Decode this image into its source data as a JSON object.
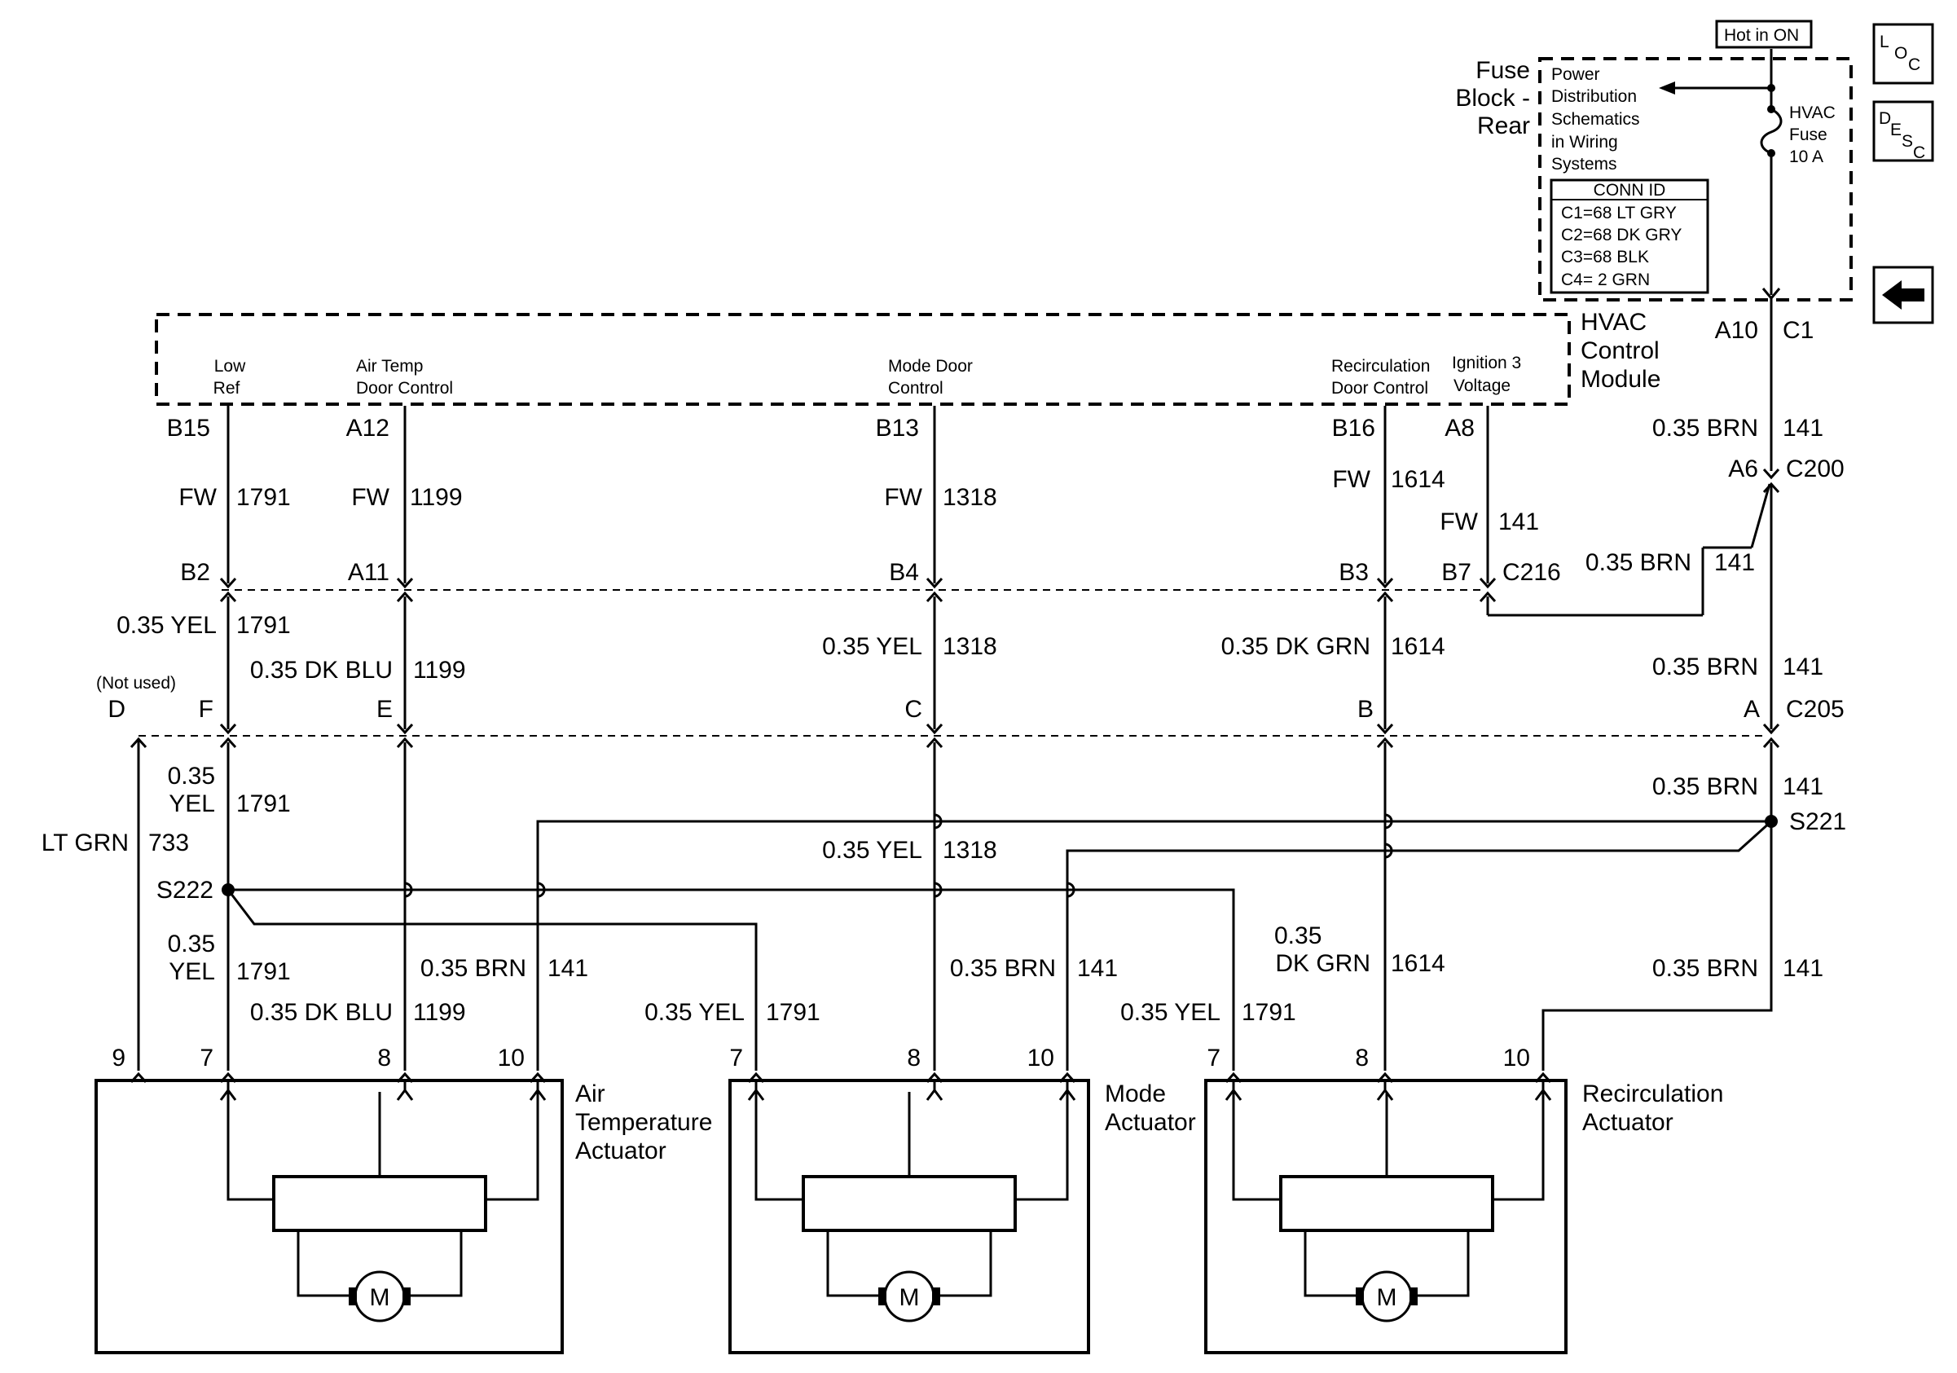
{
  "nav": {
    "loc": [
      "L",
      "O",
      "C"
    ],
    "desc": [
      "D",
      "E",
      "S",
      "C"
    ],
    "back_icon": "left-arrow-icon"
  },
  "hot_in_on": "Hot in ON",
  "fuse_block": {
    "title": [
      "Fuse",
      "Block -",
      "Rear"
    ],
    "power_ref": [
      "Power",
      "Distribution",
      "Schematics",
      "in Wiring",
      "Systems"
    ],
    "fuse": [
      "HVAC",
      "Fuse",
      "10 A"
    ]
  },
  "conn_id": {
    "header": "CONN ID",
    "rows": [
      "C1=68 LT GRY",
      "C2=68 DK GRY",
      "C3=68 BLK",
      "C4= 2 GRN"
    ]
  },
  "hvac_module": {
    "title": [
      "HVAC",
      "Control",
      "Module"
    ],
    "pins": {
      "low_ref": [
        "Low",
        "Ref"
      ],
      "air_temp": [
        "Air Temp",
        "Door Control"
      ],
      "mode_door": [
        "Mode Door",
        "Control"
      ],
      "recirc": [
        "Recirculation",
        "Door Control"
      ],
      "ign3": [
        "Ignition 3",
        "Voltage"
      ]
    },
    "a10": "A10",
    "c1": "C1"
  },
  "upper_pins": {
    "b15": "B15",
    "a12": "A12",
    "b13": "B13",
    "b16": "B16",
    "a8": "A8"
  },
  "upper_wires": {
    "fw_1791": [
      "FW",
      "1791"
    ],
    "fw_1199": [
      "FW",
      "1199"
    ],
    "fw_1318": [
      "FW",
      "1318"
    ],
    "fw_1614": [
      "FW",
      "1614"
    ],
    "fw_141": [
      "FW",
      "141"
    ]
  },
  "c216": {
    "b2": "B2",
    "a11": "A11",
    "b4": "B4",
    "b3": "B3",
    "b7": "B7",
    "name": "C216"
  },
  "c200": {
    "a6": "A6",
    "name": "C200"
  },
  "mid_wires": {
    "brn141_top": [
      "0.35 BRN",
      "141"
    ],
    "brn141_jump": [
      "0.35 BRN",
      "141"
    ],
    "yel1791": [
      "0.35 YEL",
      "1791"
    ],
    "dkblu1199": [
      "0.35 DK BLU",
      "1199"
    ],
    "yel1318": [
      "0.35 YEL",
      "1318"
    ],
    "dkgrn1614": [
      "0.35 DK GRN",
      "1614"
    ],
    "brn141_mid": [
      "0.35 BRN",
      "141"
    ]
  },
  "c205": {
    "not_used": "(Not used)",
    "d": "D",
    "f": "F",
    "e": "E",
    "c": "C",
    "b": "B",
    "a": "A",
    "name": "C205"
  },
  "lower_wires": {
    "yel1791_a": [
      "0.35",
      "YEL",
      "1791"
    ],
    "ltgrn733": [
      "LT GRN",
      "733"
    ],
    "brn141_low": [
      "0.35 BRN",
      "141"
    ],
    "yel1318_low": [
      "0.35 YEL",
      "1318"
    ],
    "s221": "S221",
    "s222": "S222",
    "yel1791_b": [
      "0.35",
      "YEL",
      "1791"
    ],
    "brn141_at": [
      "0.35 BRN",
      "141"
    ],
    "dkblu1199_low": [
      "0.35 DK BLU",
      "1199"
    ],
    "yel1791_mode": [
      "0.35 YEL",
      "1791"
    ],
    "brn141_mode": [
      "0.35 BRN",
      "141"
    ],
    "yel1791_rec": [
      "0.35 YEL",
      "1791"
    ],
    "dkgrn1614_low": [
      "0.35",
      "DK GRN",
      "1614"
    ],
    "brn141_right": [
      "0.35 BRN",
      "141"
    ]
  },
  "actuators": {
    "air_temp": {
      "name": [
        "Air",
        "Temperature",
        "Actuator"
      ],
      "pins": [
        "9",
        "7",
        "8",
        "10"
      ],
      "motor": "M"
    },
    "mode": {
      "name": [
        "Mode",
        "Actuator"
      ],
      "pins": [
        "7",
        "8",
        "10"
      ],
      "motor": "M"
    },
    "recirc": {
      "name": [
        "Recirculation",
        "Actuator"
      ],
      "pins": [
        "7",
        "8",
        "10"
      ],
      "motor": "M"
    }
  }
}
